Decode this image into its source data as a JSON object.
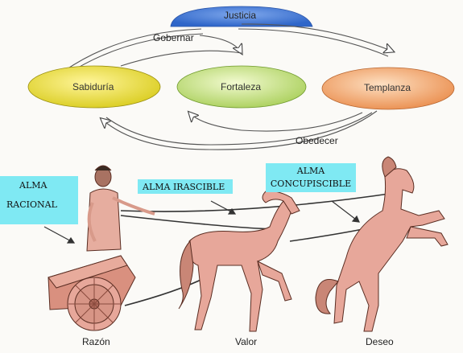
{
  "top": {
    "justicia": "Justicia",
    "gobernar": "Gobernar",
    "obedecer": "Obedecer"
  },
  "virtues": {
    "sabiduria": "Sabiduría",
    "fortaleza": "Fortaleza",
    "templanza": "Templanza"
  },
  "souls": {
    "racional_1": "ALMA",
    "racional_2": "RACIONAL",
    "irascible": "ALMA IRASCIBLE",
    "concupiscible_1": "ALMA",
    "concupiscible_2": "CONCUPISCIBLE"
  },
  "bottom": {
    "razon": "Razón",
    "valor": "Valor",
    "deseo": "Deseo"
  },
  "colors": {
    "justicia": "#2f66c9",
    "sabiduria": "#e7dc3a",
    "fortaleza": "#bfdc76",
    "templanza": "#f0a066",
    "label_bg": "#7fe9f3",
    "horse": "#e7a79a",
    "chariot": "#d9907f"
  }
}
